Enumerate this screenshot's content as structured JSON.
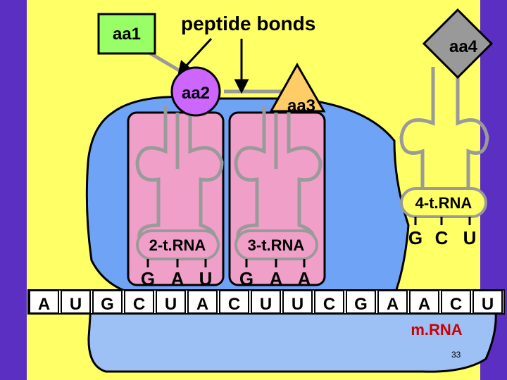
{
  "labels": {
    "aa1": "aa1",
    "aa2": "aa2",
    "aa3": "aa3",
    "aa4": "aa4",
    "peptide_bonds": "peptide bonds",
    "trna2": "2-t.RNA",
    "trna3": "3-t.RNA",
    "trna4": "4-t.RNA",
    "mrna": "m.RNA",
    "page_number": "33"
  },
  "mrna_bases": [
    "A",
    "U",
    "G",
    "C",
    "U",
    "A",
    "C",
    "U",
    "U",
    "C",
    "G",
    "A",
    "A",
    "C",
    "U"
  ],
  "anticodons": {
    "trna2": [
      "G",
      "A",
      "U"
    ],
    "trna3": [
      "G",
      "A",
      "A"
    ],
    "trna4": [
      "G",
      "C",
      "U"
    ]
  },
  "colors": {
    "background": "#ffff66",
    "border": "#5b2fc2",
    "ribosome_large": "#6fa3f5",
    "ribosome_small": "#9dc0f5",
    "trna_site": "#f0a0c8",
    "aa1": "#99ff66",
    "aa2": "#cc66ff",
    "aa3": "#ffcc66",
    "aa4": "#999999",
    "trna_line": "#9a9a9a",
    "mrna_text": "#cc0000"
  }
}
